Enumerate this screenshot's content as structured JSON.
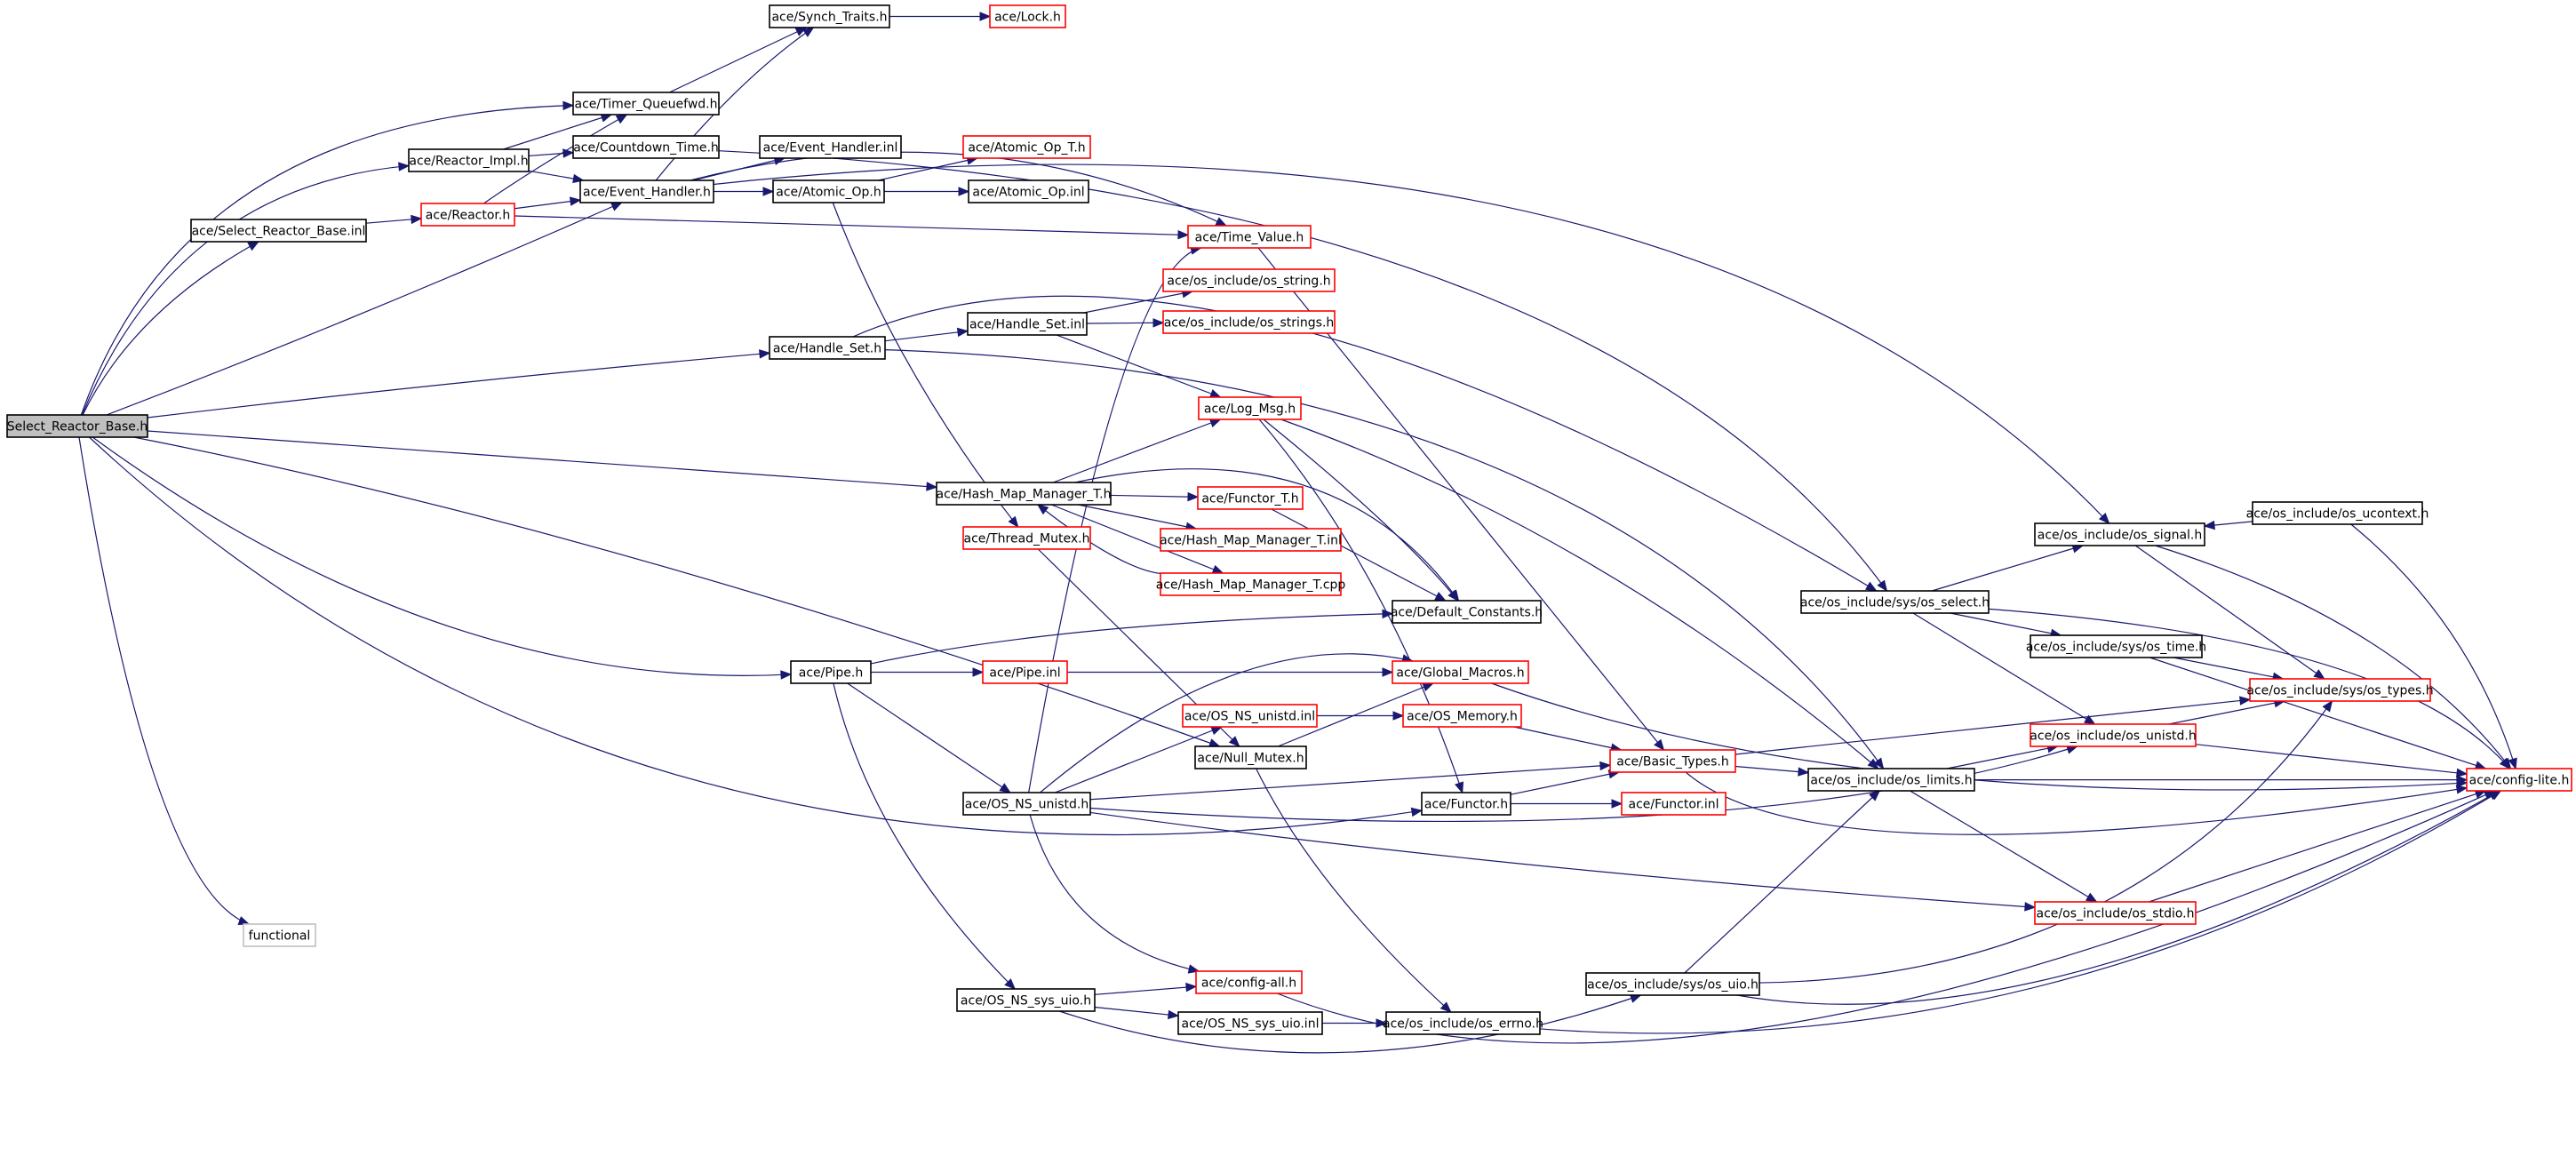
{
  "diagram": {
    "type": "include-dependency-graph",
    "colors": {
      "edge": "#191970",
      "root_fill": "#bfbfbf",
      "normal_border": "#000000",
      "truncated_border": "#ff0000",
      "external_border": "#bfbfbf"
    },
    "nodes": [
      {
        "id": "root",
        "label": "Select_Reactor_Base.h",
        "kind": "root"
      },
      {
        "id": "timer_qfwd",
        "label": "ace/Timer_Queuefwd.h",
        "kind": "normal"
      },
      {
        "id": "synch_traits",
        "label": "ace/Synch_Traits.h",
        "kind": "normal"
      },
      {
        "id": "lock",
        "label": "ace/Lock.h",
        "kind": "truncated"
      },
      {
        "id": "reactor_impl",
        "label": "ace/Reactor_Impl.h",
        "kind": "normal"
      },
      {
        "id": "countdown",
        "label": "ace/Countdown_Time.h",
        "kind": "normal"
      },
      {
        "id": "eh_inl",
        "label": "ace/Event_Handler.inl",
        "kind": "normal"
      },
      {
        "id": "atomic_op_t",
        "label": "ace/Atomic_Op_T.h",
        "kind": "truncated"
      },
      {
        "id": "srb_inl",
        "label": "ace/Select_Reactor_Base.inl",
        "kind": "normal"
      },
      {
        "id": "reactor",
        "label": "ace/Reactor.h",
        "kind": "truncated"
      },
      {
        "id": "event_handler",
        "label": "ace/Event_Handler.h",
        "kind": "normal"
      },
      {
        "id": "atomic_op",
        "label": "ace/Atomic_Op.h",
        "kind": "normal"
      },
      {
        "id": "atomic_op_inl",
        "label": "ace/Atomic_Op.inl",
        "kind": "normal"
      },
      {
        "id": "time_value",
        "label": "ace/Time_Value.h",
        "kind": "truncated"
      },
      {
        "id": "os_string",
        "label": "ace/os_include/os_string.h",
        "kind": "truncated"
      },
      {
        "id": "handle_set_inl",
        "label": "ace/Handle_Set.inl",
        "kind": "normal"
      },
      {
        "id": "os_strings",
        "label": "ace/os_include/os_strings.h",
        "kind": "truncated"
      },
      {
        "id": "handle_set",
        "label": "ace/Handle_Set.h",
        "kind": "normal"
      },
      {
        "id": "log_msg",
        "label": "ace/Log_Msg.h",
        "kind": "truncated"
      },
      {
        "id": "hmm_t",
        "label": "ace/Hash_Map_Manager_T.h",
        "kind": "normal"
      },
      {
        "id": "functor_t",
        "label": "ace/Functor_T.h",
        "kind": "truncated"
      },
      {
        "id": "thread_mutex",
        "label": "ace/Thread_Mutex.h",
        "kind": "truncated"
      },
      {
        "id": "hmm_t_inl",
        "label": "ace/Hash_Map_Manager_T.inl",
        "kind": "truncated"
      },
      {
        "id": "hmm_t_cpp",
        "label": "ace/Hash_Map_Manager_T.cpp",
        "kind": "truncated"
      },
      {
        "id": "os_ucontext",
        "label": "ace/os_include/os_ucontext.h",
        "kind": "normal"
      },
      {
        "id": "os_signal",
        "label": "ace/os_include/os_signal.h",
        "kind": "normal"
      },
      {
        "id": "default_constants",
        "label": "ace/Default_Constants.h",
        "kind": "normal"
      },
      {
        "id": "sys_os_select",
        "label": "ace/os_include/sys/os_select.h",
        "kind": "normal"
      },
      {
        "id": "sys_os_time",
        "label": "ace/os_include/sys/os_time.h",
        "kind": "normal"
      },
      {
        "id": "pipe",
        "label": "ace/Pipe.h",
        "kind": "normal"
      },
      {
        "id": "pipe_inl",
        "label": "ace/Pipe.inl",
        "kind": "truncated"
      },
      {
        "id": "global_macros",
        "label": "ace/Global_Macros.h",
        "kind": "truncated"
      },
      {
        "id": "sys_os_types",
        "label": "ace/os_include/sys/os_types.h",
        "kind": "truncated"
      },
      {
        "id": "os_ns_unistd_inl",
        "label": "ace/OS_NS_unistd.inl",
        "kind": "truncated"
      },
      {
        "id": "os_memory",
        "label": "ace/OS_Memory.h",
        "kind": "truncated"
      },
      {
        "id": "os_unistd",
        "label": "ace/os_include/os_unistd.h",
        "kind": "truncated"
      },
      {
        "id": "null_mutex",
        "label": "ace/Null_Mutex.h",
        "kind": "normal"
      },
      {
        "id": "basic_types",
        "label": "ace/Basic_Types.h",
        "kind": "truncated"
      },
      {
        "id": "config_lite",
        "label": "ace/config-lite.h",
        "kind": "truncated"
      },
      {
        "id": "os_limits",
        "label": "ace/os_include/os_limits.h",
        "kind": "normal"
      },
      {
        "id": "os_ns_unistd",
        "label": "ace/OS_NS_unistd.h",
        "kind": "normal"
      },
      {
        "id": "functor",
        "label": "ace/Functor.h",
        "kind": "normal"
      },
      {
        "id": "functor_inl",
        "label": "ace/Functor.inl",
        "kind": "truncated"
      },
      {
        "id": "os_stdio",
        "label": "ace/os_include/os_stdio.h",
        "kind": "truncated"
      },
      {
        "id": "functional",
        "label": "functional",
        "kind": "external"
      },
      {
        "id": "config_all",
        "label": "ace/config-all.h",
        "kind": "truncated"
      },
      {
        "id": "sys_os_uio",
        "label": "ace/os_include/sys/os_uio.h",
        "kind": "normal"
      },
      {
        "id": "os_ns_sys_uio",
        "label": "ace/OS_NS_sys_uio.h",
        "kind": "normal"
      },
      {
        "id": "os_ns_sys_uio_inl",
        "label": "ace/OS_NS_sys_uio.inl",
        "kind": "normal"
      },
      {
        "id": "os_errno",
        "label": "ace/os_include/os_errno.h",
        "kind": "normal"
      }
    ],
    "edges": [
      [
        "root",
        "timer_qfwd"
      ],
      [
        "root",
        "reactor_impl"
      ],
      [
        "root",
        "srb_inl"
      ],
      [
        "root",
        "event_handler"
      ],
      [
        "root",
        "handle_set"
      ],
      [
        "root",
        "hmm_t"
      ],
      [
        "root",
        "null_mutex"
      ],
      [
        "root",
        "pipe"
      ],
      [
        "root",
        "functor"
      ],
      [
        "root",
        "functional"
      ],
      [
        "timer_qfwd",
        "synch_traits"
      ],
      [
        "synch_traits",
        "lock"
      ],
      [
        "reactor_impl",
        "timer_qfwd"
      ],
      [
        "reactor_impl",
        "countdown"
      ],
      [
        "reactor_impl",
        "event_handler"
      ],
      [
        "countdown",
        "sys_os_select"
      ],
      [
        "srb_inl",
        "reactor"
      ],
      [
        "reactor",
        "timer_qfwd"
      ],
      [
        "reactor",
        "event_handler"
      ],
      [
        "reactor",
        "time_value"
      ],
      [
        "event_handler",
        "eh_inl"
      ],
      [
        "event_handler",
        "atomic_op"
      ],
      [
        "event_handler",
        "synch_traits"
      ],
      [
        "event_handler",
        "os_signal"
      ],
      [
        "event_handler",
        "time_value"
      ],
      [
        "atomic_op",
        "atomic_op_t"
      ],
      [
        "atomic_op",
        "atomic_op_inl"
      ],
      [
        "atomic_op",
        "thread_mutex"
      ],
      [
        "time_value",
        "basic_types"
      ],
      [
        "handle_set",
        "handle_set_inl"
      ],
      [
        "handle_set",
        "sys_os_select"
      ],
      [
        "handle_set",
        "os_limits"
      ],
      [
        "handle_set_inl",
        "os_string"
      ],
      [
        "handle_set_inl",
        "os_strings"
      ],
      [
        "handle_set_inl",
        "log_msg"
      ],
      [
        "hmm_t",
        "functor_t"
      ],
      [
        "hmm_t",
        "hmm_t_inl"
      ],
      [
        "hmm_t",
        "hmm_t_cpp"
      ],
      [
        "hmm_t",
        "log_msg"
      ],
      [
        "hmm_t",
        "default_constants"
      ],
      [
        "functor_t",
        "default_constants"
      ],
      [
        "hmm_t_cpp",
        "hmm_t"
      ],
      [
        "log_msg",
        "default_constants"
      ],
      [
        "log_msg",
        "os_limits"
      ],
      [
        "log_msg",
        "functor"
      ],
      [
        "thread_mutex",
        "null_mutex"
      ],
      [
        "os_ucontext",
        "os_signal"
      ],
      [
        "os_ucontext",
        "config_lite"
      ],
      [
        "os_signal",
        "sys_os_types"
      ],
      [
        "os_signal",
        "config_lite"
      ],
      [
        "sys_os_select",
        "os_signal"
      ],
      [
        "sys_os_select",
        "sys_os_time"
      ],
      [
        "sys_os_select",
        "os_unistd"
      ],
      [
        "sys_os_select",
        "config_lite"
      ],
      [
        "sys_os_time",
        "sys_os_types"
      ],
      [
        "sys_os_time",
        "config_lite"
      ],
      [
        "pipe",
        "pipe_inl"
      ],
      [
        "pipe",
        "default_constants"
      ],
      [
        "pipe",
        "os_ns_unistd"
      ],
      [
        "pipe",
        "os_ns_sys_uio"
      ],
      [
        "pipe_inl",
        "global_macros"
      ],
      [
        "global_macros",
        "config_lite"
      ],
      [
        "os_ns_unistd_inl",
        "os_memory"
      ],
      [
        "os_memory",
        "basic_types"
      ],
      [
        "null_mutex",
        "global_macros"
      ],
      [
        "null_mutex",
        "os_errno"
      ],
      [
        "basic_types",
        "os_limits"
      ],
      [
        "basic_types",
        "sys_os_types"
      ],
      [
        "basic_types",
        "config_lite"
      ],
      [
        "os_unistd",
        "sys_os_types"
      ],
      [
        "os_unistd",
        "config_lite"
      ],
      [
        "os_limits",
        "os_unistd"
      ],
      [
        "os_limits",
        "os_stdio"
      ],
      [
        "os_limits",
        "config_lite"
      ],
      [
        "os_ns_unistd",
        "os_ns_unistd_inl"
      ],
      [
        "os_ns_unistd",
        "basic_types"
      ],
      [
        "os_ns_unistd",
        "os_unistd"
      ],
      [
        "os_ns_unistd",
        "os_stdio"
      ],
      [
        "os_ns_unistd",
        "config_all"
      ],
      [
        "os_ns_unistd",
        "global_macros"
      ],
      [
        "os_ns_unistd",
        "time_value"
      ],
      [
        "functor",
        "functor_inl"
      ],
      [
        "functor",
        "basic_types"
      ],
      [
        "os_stdio",
        "config_lite"
      ],
      [
        "config_all",
        "config_lite"
      ],
      [
        "sys_os_uio",
        "os_limits"
      ],
      [
        "sys_os_uio",
        "sys_os_types"
      ],
      [
        "sys_os_uio",
        "config_lite"
      ],
      [
        "os_ns_sys_uio",
        "config_all"
      ],
      [
        "os_ns_sys_uio",
        "os_ns_sys_uio_inl"
      ],
      [
        "os_ns_sys_uio",
        "sys_os_uio"
      ],
      [
        "os_ns_sys_uio_inl",
        "os_errno"
      ],
      [
        "os_errno",
        "config_lite"
      ]
    ]
  }
}
